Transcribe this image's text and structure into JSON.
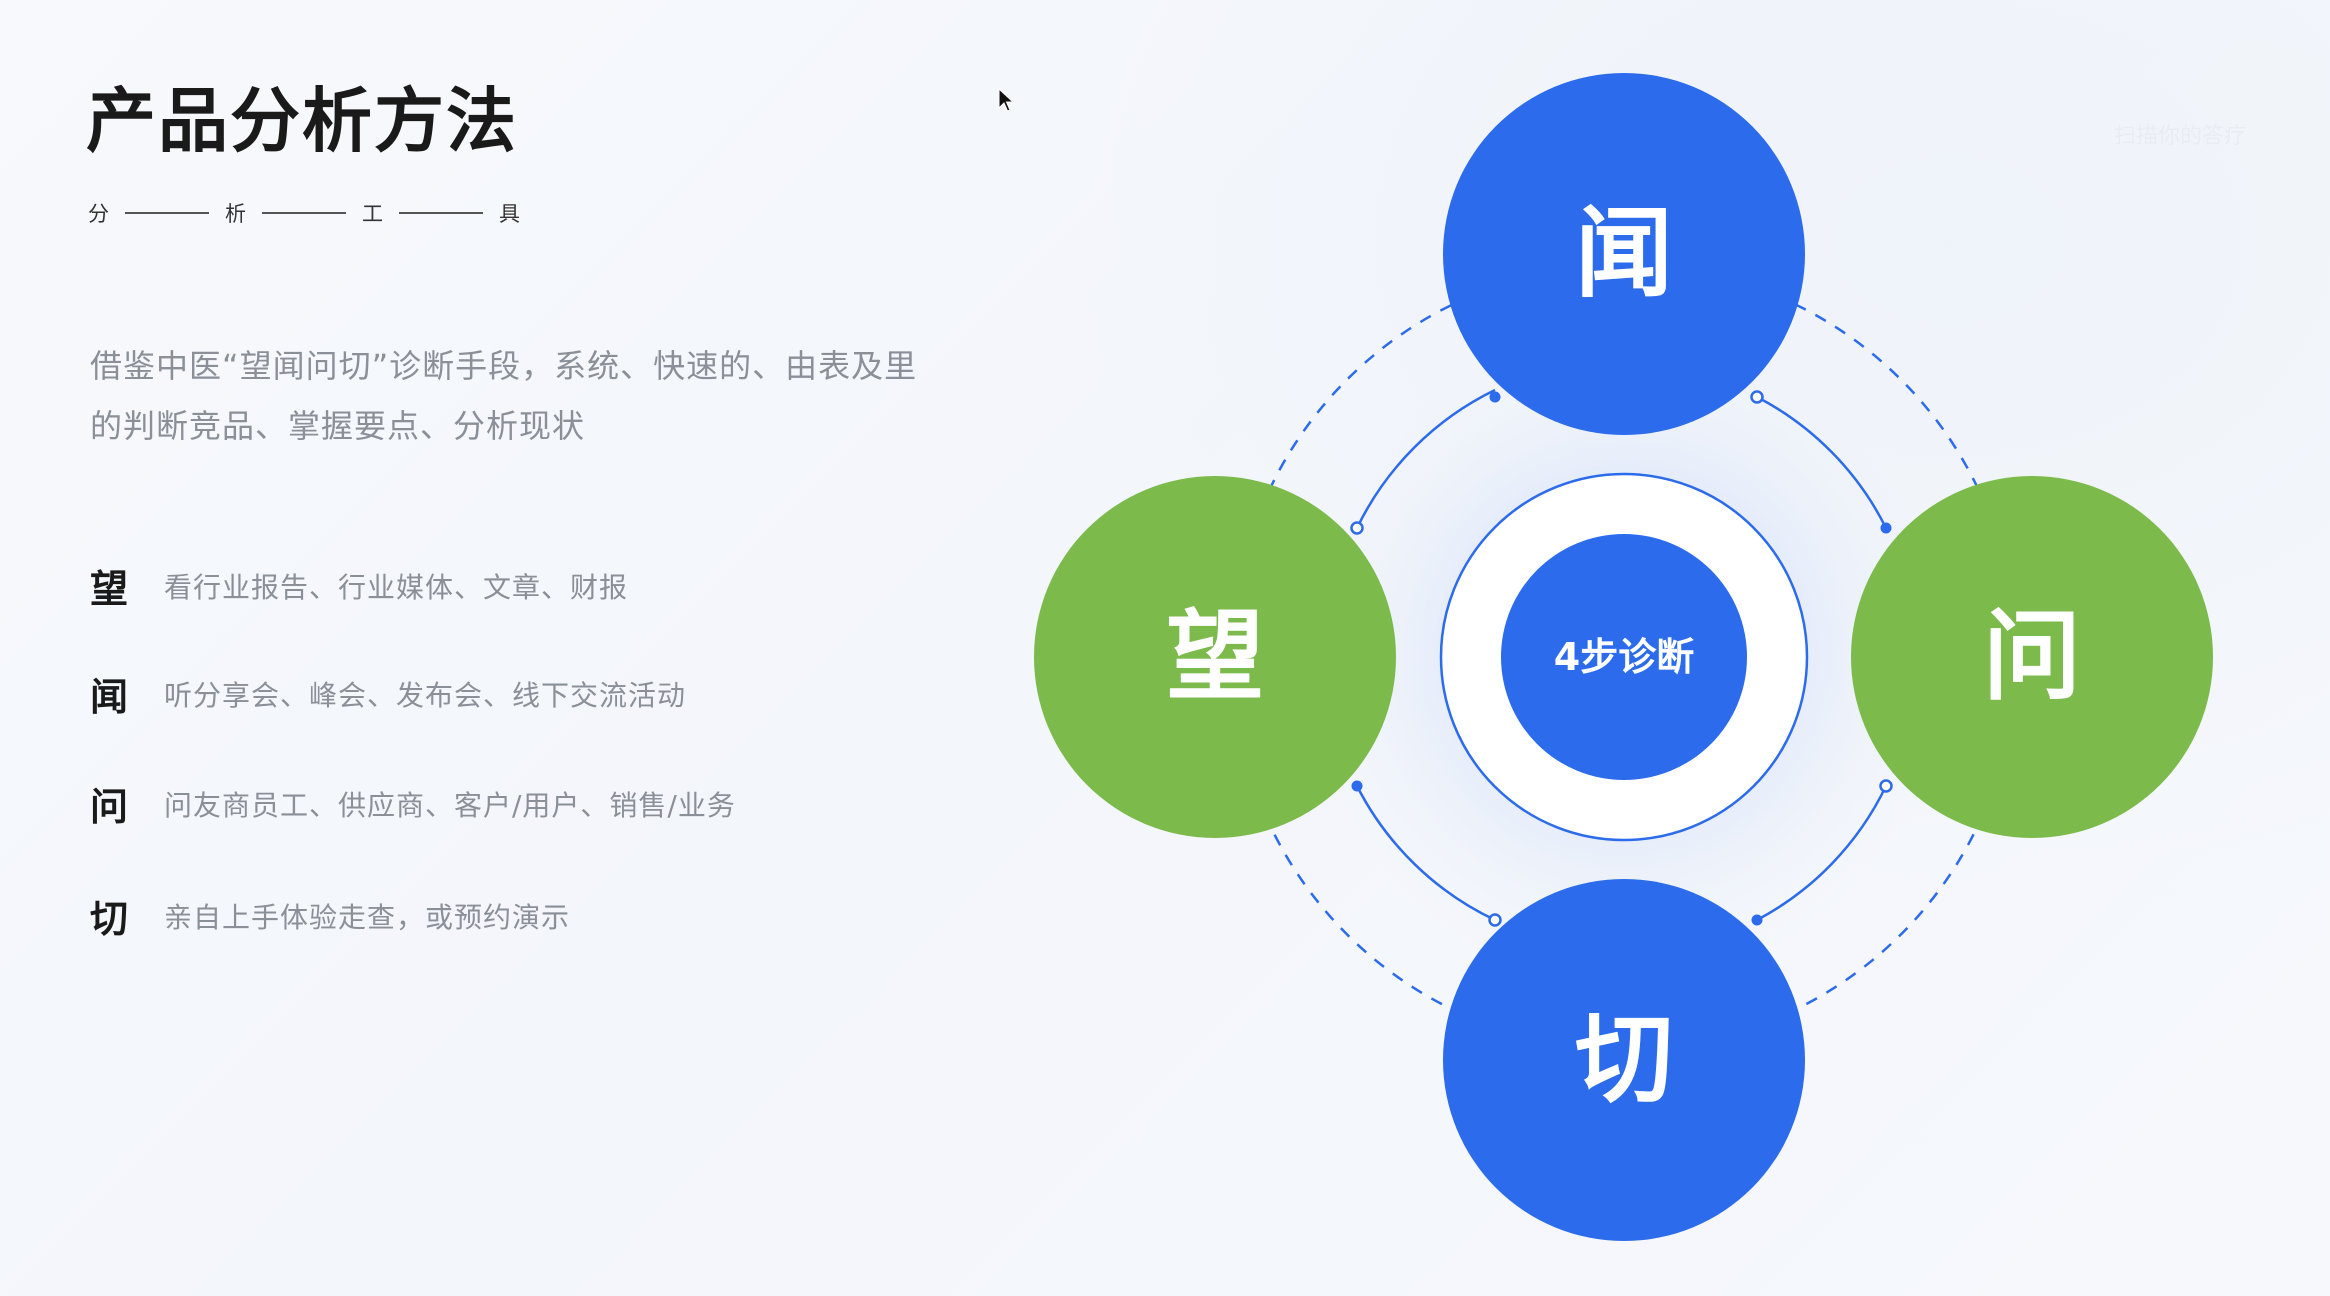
{
  "header": {
    "title": "产品分析方法",
    "subtitle_chars": [
      "分",
      "析",
      "工",
      "具"
    ]
  },
  "intro": {
    "line1": "借鉴中医“望闻问切”诊断手段，系统、快速的、由表及里",
    "line2": "的判断竞品、掌握要点、分析现状"
  },
  "methods": [
    {
      "key": "望",
      "desc": "看行业报告、行业媒体、文章、财报"
    },
    {
      "key": "闻",
      "desc": "听分享会、峰会、发布会、线下交流活动"
    },
    {
      "key": "问",
      "desc": "问友商员工、供应商、客户/用户、销售/业务"
    },
    {
      "key": "切",
      "desc": "亲自上手体验走查，或预约演示"
    }
  ],
  "diagram": {
    "center_label": "4步诊断",
    "top_label": "闻",
    "left_label": "望",
    "right_label": "问",
    "bottom_label": "切"
  },
  "watermark": "扫描你的答疗",
  "colors": {
    "blue": "#2b6bec",
    "green": "#7cba4b",
    "text_dark": "#1a1a1a",
    "text_gray": "#8a8f98"
  }
}
